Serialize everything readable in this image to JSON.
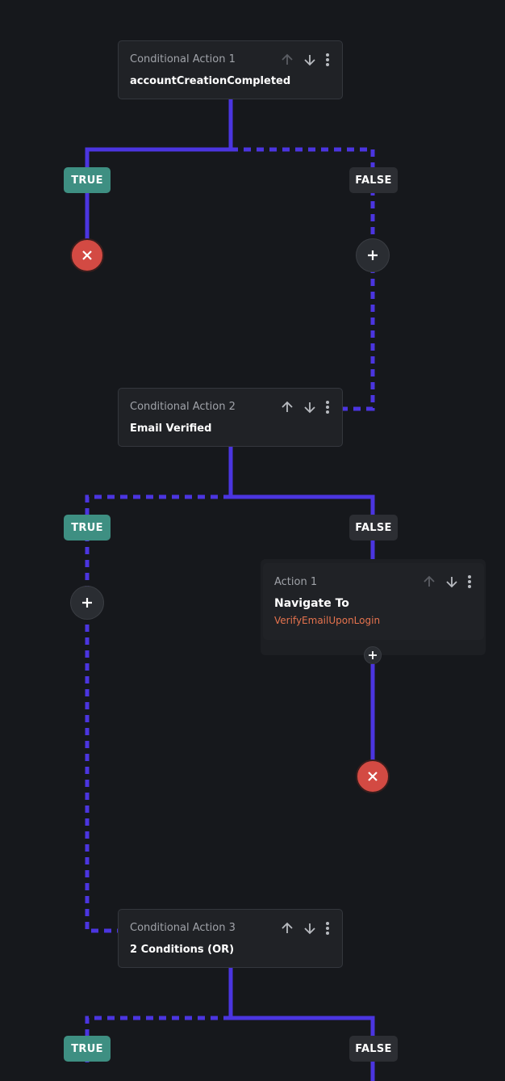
{
  "flow": {
    "conditional_1": {
      "title": "Conditional Action 1",
      "condition": "accountCreationCompleted"
    },
    "conditional_2": {
      "title": "Conditional Action 2",
      "condition": "Email Verified"
    },
    "conditional_3": {
      "title": "Conditional Action 3",
      "condition": "2 Conditions (OR)"
    },
    "action_1": {
      "title": "Action 1",
      "type": "Navigate To",
      "target": "VerifyEmailUponLogin"
    },
    "labels": {
      "true": "TRUE",
      "false": "FALSE"
    }
  },
  "colors": {
    "background": "#16181c",
    "connector": "#4b35e0",
    "true_badge": "#3e8f82",
    "false_badge": "#2c2e33",
    "close_button": "#d34a43",
    "target_text": "#e5734e"
  },
  "icons": [
    "arrow-up-icon",
    "arrow-down-icon",
    "more-vertical-icon",
    "plus-icon",
    "close-icon"
  ]
}
